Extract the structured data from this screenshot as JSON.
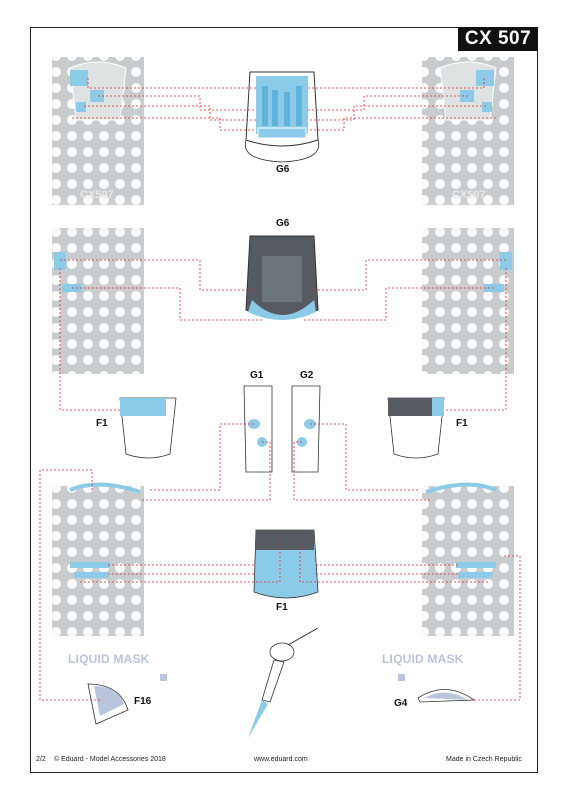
{
  "product_code": "CX 507",
  "labels": {
    "g6_top": "G6",
    "g6_mid": "G6",
    "g1": "G1",
    "g2": "G2",
    "f1_left": "F1",
    "f1_right": "F1",
    "f1_bottom": "F1",
    "f16": "F16",
    "g4": "G4"
  },
  "liquid_mask_left": "LIQUID MASK",
  "liquid_mask_right": "LIQUID MASK",
  "sheet_text_a": "CX507",
  "sheet_text_b": "CX507",
  "footer": {
    "page": "2/2",
    "copyright": "© Eduard - Model Accessories 2018",
    "url": "www.eduard.com",
    "origin": "Made in Czech Republic"
  },
  "colors": {
    "mask_blue": "#8ccbe8",
    "sheet_gray": "#c9ccce",
    "frame_gray": "#555b60",
    "guide_red": "#e0262b",
    "title_bg": "#111111"
  }
}
